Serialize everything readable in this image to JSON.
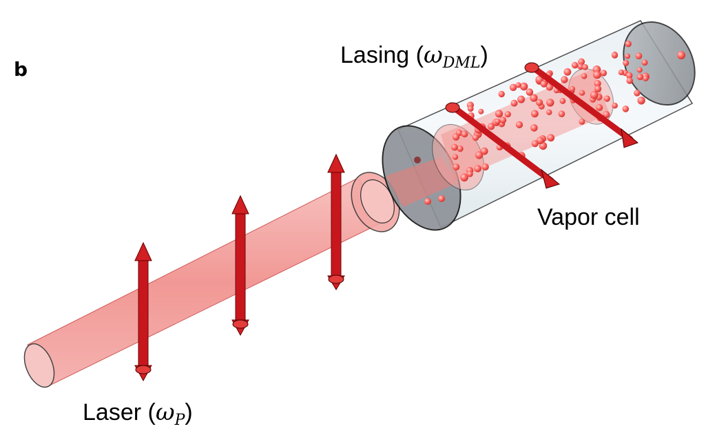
{
  "figure": {
    "panel_label": "b",
    "labels": {
      "lasing": {
        "prefix": "Lasing (",
        "symbol": "ω",
        "subscript": "DML",
        "suffix": ")"
      },
      "vapor_cell": "Vapor cell",
      "laser": {
        "prefix": "Laser (",
        "symbol": "ω",
        "subscript": "P",
        "suffix": ")"
      }
    }
  },
  "colors": {
    "beam_red": "#e0403f",
    "arrow_red": "#c8161d",
    "cell_glass": "#dfe9ee",
    "cell_cap": "#8f959b",
    "atom_red": "#ff6a66"
  }
}
